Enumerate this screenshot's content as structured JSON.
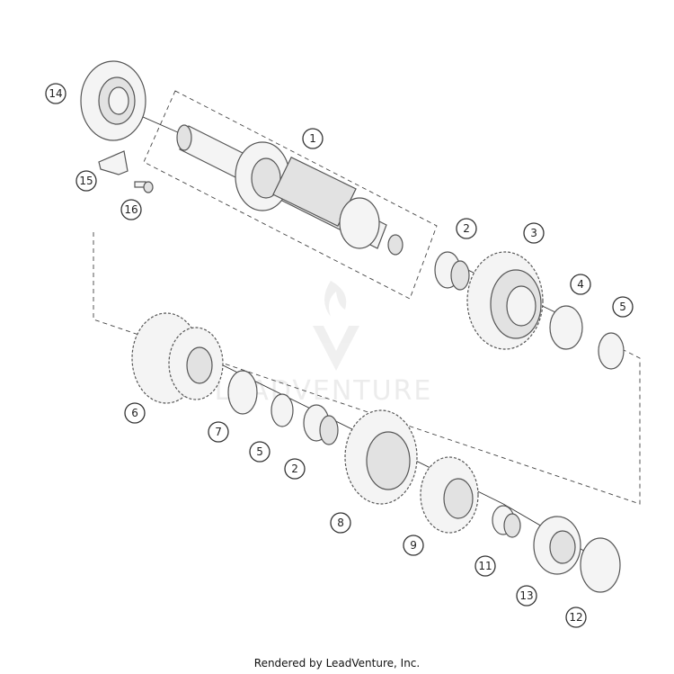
{
  "watermark": {
    "text": "LEADVENTURE"
  },
  "credit": "Rendered by LeadVenture, Inc.",
  "callouts": [
    "14",
    "1",
    "15",
    "16",
    "2",
    "3",
    "4",
    "5",
    "6",
    "7",
    "5",
    "2",
    "8",
    "9",
    "11",
    "13",
    "12"
  ]
}
